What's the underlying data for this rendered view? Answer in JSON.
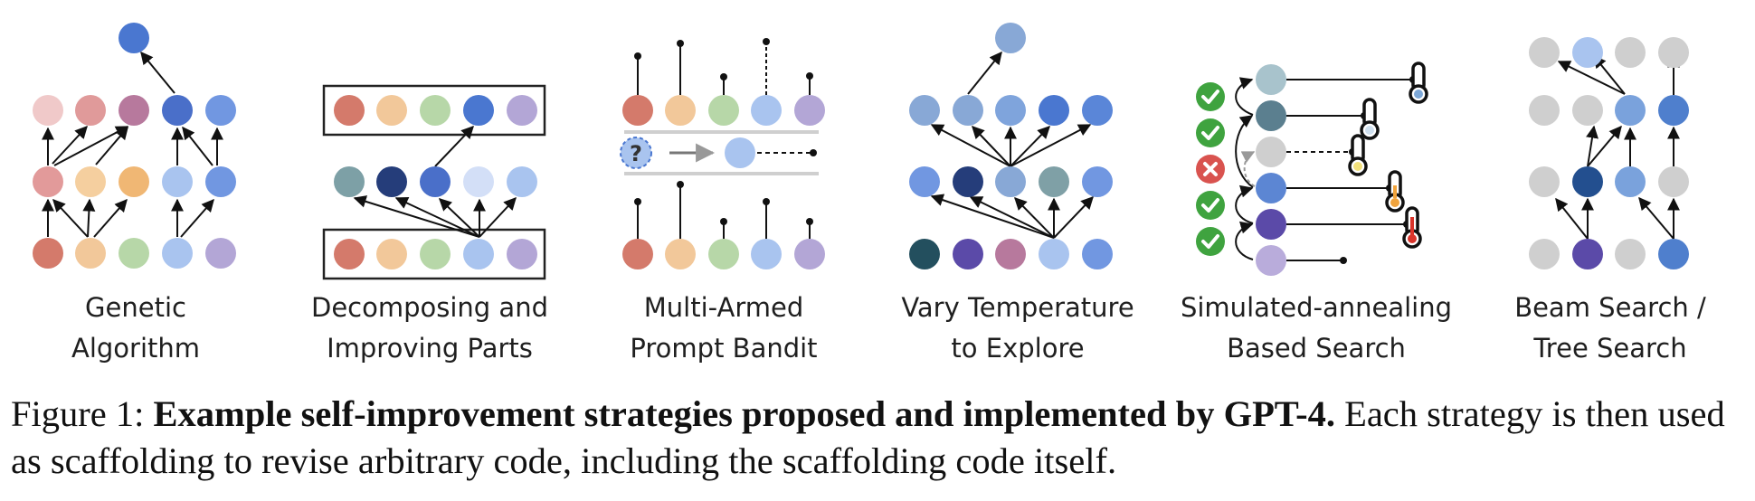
{
  "panels": [
    {
      "id": "genetic",
      "label_lines": [
        "Genetic",
        "Algorithm"
      ]
    },
    {
      "id": "decompose",
      "label_lines": [
        "Decomposing and",
        "Improving Parts"
      ]
    },
    {
      "id": "bandit",
      "label_lines": [
        "Multi-Armed",
        "Prompt Bandit"
      ]
    },
    {
      "id": "temperature",
      "label_lines": [
        "Vary Temperature",
        "to Explore"
      ]
    },
    {
      "id": "annealing",
      "label_lines": [
        "Simulated-annealing",
        "Based Search"
      ]
    },
    {
      "id": "beam",
      "label_lines": [
        "Beam Search /",
        "Tree Search"
      ]
    }
  ],
  "bandit_query_symbol": "?",
  "caption": {
    "prefix": "Figure 1: ",
    "bold": "Example self-improvement strategies proposed and implemented by GPT-4.",
    "rest": " Each strategy is then used as scaffolding to revise arbitrary code, including the scaffolding code itself."
  },
  "colors": {
    "red": "#d47a6b",
    "peach": "#f2c89a",
    "green": "#b7d7a8",
    "blue": "#4a77d0",
    "lilac": "#b3a6d6",
    "light_blue": "#a9c4ef",
    "gray": "#cfcfcf",
    "check_green": "#3fa33f",
    "cross_red": "#d9534f"
  }
}
